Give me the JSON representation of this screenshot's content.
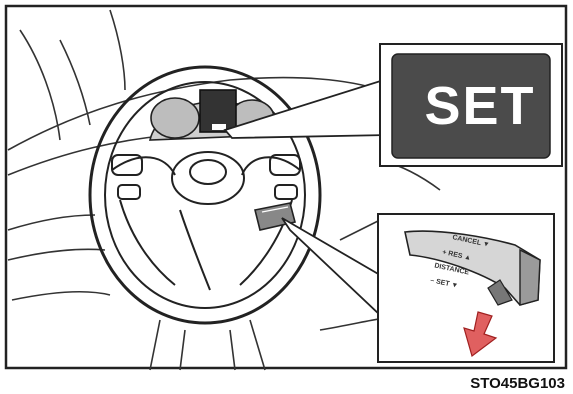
{
  "indicator": {
    "text": "SET"
  },
  "figure_code": "STO45BG103",
  "lever_labels": [
    "CANCEL ▼",
    "+ RES ▲",
    "DISTANCE",
    "– SET ▼"
  ]
}
